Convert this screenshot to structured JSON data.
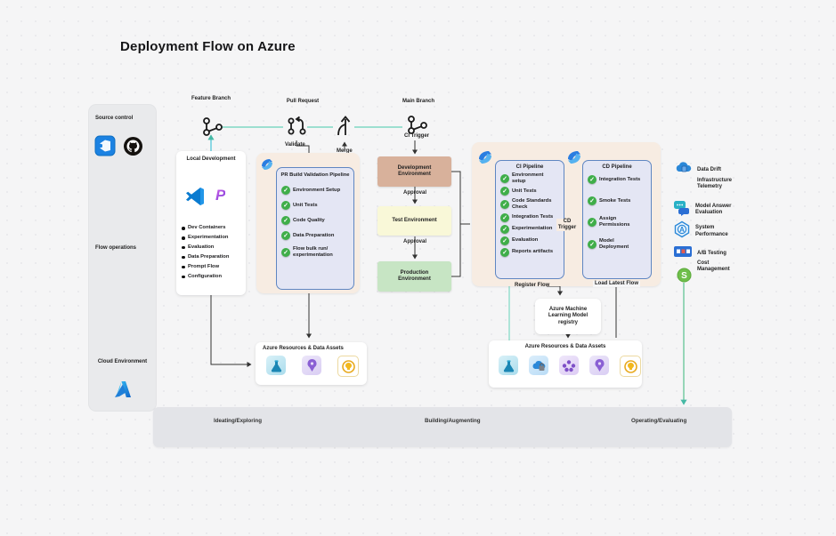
{
  "title": "Deployment Flow on Azure",
  "colors": {
    "check_green": "#3fae49",
    "branch_line_teal": "#7fd8c4",
    "dev_env": "#d8b19b",
    "test_env": "#f9f8d8",
    "prod_env": "#c7e5c4",
    "pipeline_fill": "#e4e6f4",
    "pipeline_border": "#5f86c2",
    "container_peach": "#f7ece2"
  },
  "sidebar_left": {
    "source_control_label": "Source control",
    "flow_operations_label": "Flow operations",
    "cloud_environment_label": "Cloud Environment",
    "icons": [
      "azure-devops",
      "github",
      "azure"
    ]
  },
  "branch_row": {
    "feature_branch": "Feature Branch",
    "pull_request": "Pull Request",
    "main_branch": "Main Branch",
    "validate": "Validate",
    "merge": "Merge",
    "ci_trigger": "CI Trigger"
  },
  "local_development": {
    "title": "Local Development",
    "items": [
      "Dev Containers",
      "Experimentation",
      "Evaluation",
      "Data Preparation",
      "Prompt Flow",
      "Configuration"
    ]
  },
  "pr_pipeline": {
    "title": "PR Build Validation Pipeline",
    "items": [
      "Environment Setup",
      "Unit Tests",
      "Code Quality",
      "Data Preparation",
      "Flow bulk run/ experimentation"
    ]
  },
  "environments": {
    "development": "Development Environment",
    "approval1": "Approval",
    "test": "Test Environment",
    "approval2": "Approval",
    "production": "Production Environment"
  },
  "ci_pipeline": {
    "title": "CI Pipeline",
    "items": [
      "Environment setup",
      "Unit Tests",
      "Code Standards Check",
      "Integration Tests",
      "Experimentation",
      "Evaluation",
      "Reports artifacts"
    ],
    "register_flow": "Register Flow"
  },
  "cd_pipeline": {
    "title": "CD Pipeline",
    "items": [
      "Integration Tests",
      "Smoke Tests",
      "Assign Permissions",
      "Model Deployment"
    ],
    "cd_trigger": "CD Trigger",
    "load_latest_flow": "Load Latest Flow"
  },
  "registry": {
    "label": "Azure Machine Learning Model registry"
  },
  "resources_left": {
    "title": "Azure Resources & Data Assets",
    "icons": [
      "azure-ml-flask",
      "key-vault-bulb",
      "app-insights"
    ]
  },
  "resources_right": {
    "title": "Azure Resources & Data Assets",
    "icons": [
      "azure-ml-flask",
      "storage-cloud-lock",
      "aks-cluster",
      "key-vault-bulb",
      "app-insights"
    ]
  },
  "monitoring": {
    "items": [
      "Data Drift",
      "Infrastructure Telemetry",
      "Model Answer Evaluation",
      "System Performance",
      "A/B Testing",
      "Cost Management"
    ]
  },
  "stages": [
    "Ideating/Exploring",
    "Building/Augmenting",
    "Operating/Evaluating"
  ]
}
